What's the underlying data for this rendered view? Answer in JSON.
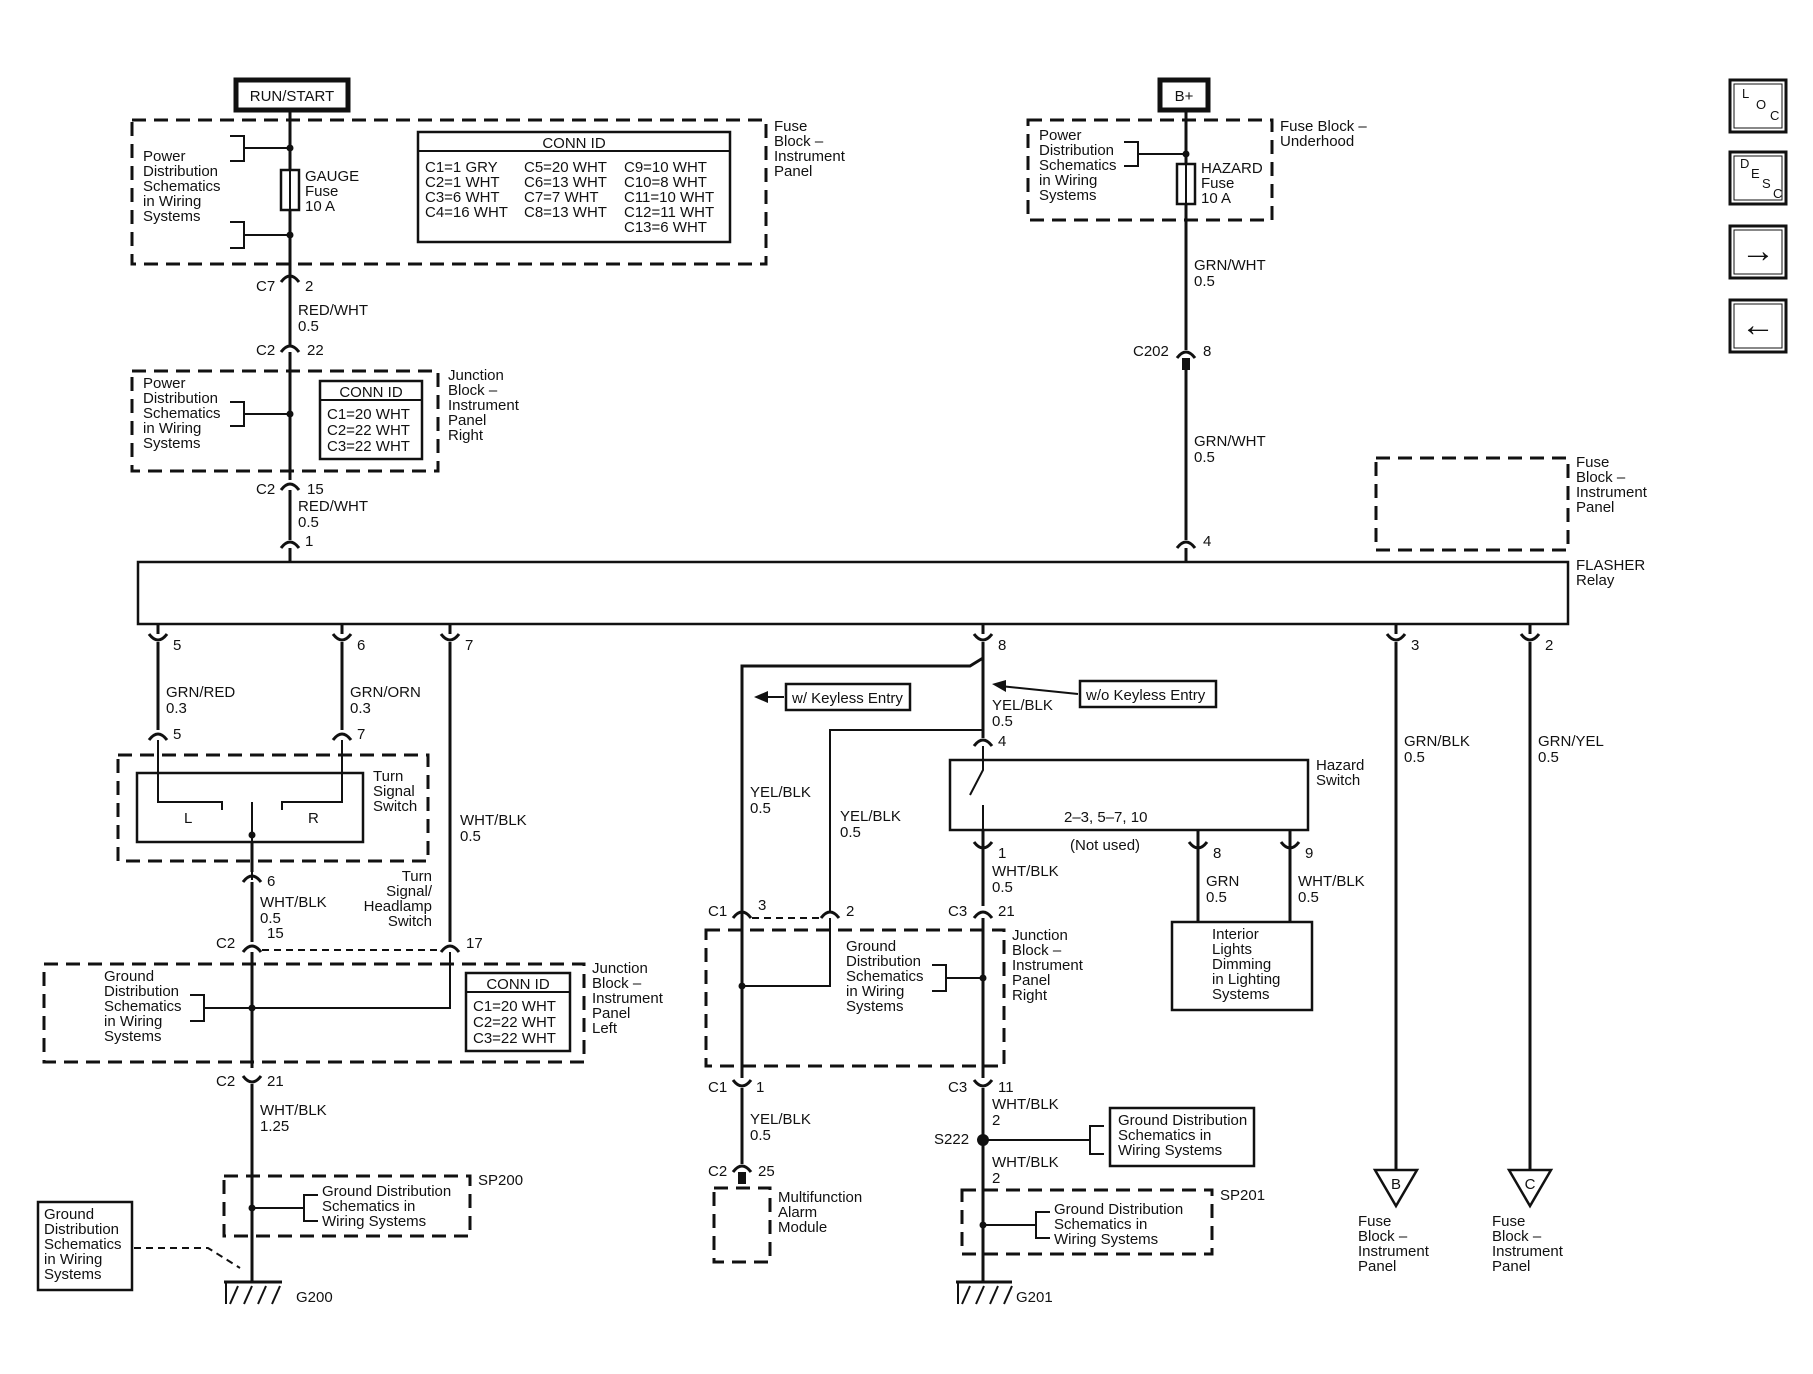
{
  "labels": {
    "run_start": "RUN/START",
    "b_plus": "B+",
    "pwr_dist_1": [
      "Power",
      "Distribution",
      "Schematics",
      "in Wiring",
      "Systems"
    ],
    "gauge_fuse": [
      "GAUGE",
      "Fuse",
      "10 A"
    ],
    "conn_id_title": "CONN ID",
    "conn_id_fuse_block": [
      [
        "C1=1 GRY",
        "C5=20 WHT",
        "C9=10 WHT"
      ],
      [
        "C2=1 WHT",
        "C6=13 WHT",
        "C10=8 WHT"
      ],
      [
        "C3=6 WHT",
        "C7=7 WHT",
        "C11=10 WHT"
      ],
      [
        "C4=16 WHT",
        "C8=13 WHT",
        "C12=11 WHT"
      ],
      [
        "",
        "",
        "C13=6 WHT"
      ]
    ],
    "fuse_block_ip": [
      "Fuse",
      "Block –",
      "Instrument",
      "Panel"
    ],
    "fuse_block_underhood": [
      "Fuse Block –",
      "Underhood"
    ],
    "hazard_fuse": [
      "HAZARD",
      "Fuse",
      "10 A"
    ],
    "c7": "C7",
    "c7_pin": "2",
    "red_wht": "RED/WHT",
    "gauge_05": "0.5",
    "c2": "C2",
    "c2_pin_22": "22",
    "c2_pin_15": "15",
    "jb_conn_rows": [
      "C1=20 WHT",
      "C2=22 WHT",
      "C3=22 WHT"
    ],
    "jb_ip_right": [
      "Junction",
      "Block –",
      "Instrument",
      "Panel",
      "Right"
    ],
    "jb_ip_left": [
      "Junction",
      "Block –",
      "Instrument",
      "Panel",
      "Left"
    ],
    "pin_1": "1",
    "pin_4": "4",
    "grn_wht": "GRN/WHT",
    "c202": "C202",
    "c202_pin": "8",
    "flasher_relay": [
      "FLASHER",
      "Relay"
    ],
    "pins_bottom": [
      "5",
      "6",
      "7",
      "8",
      "3",
      "2"
    ],
    "grn_red": "GRN/RED",
    "grn_orn": "GRN/ORN",
    "val_03": "0.3",
    "ts_pin_5": "5",
    "ts_pin_7": "7",
    "turn_signal_switch": [
      "Turn",
      "Signal",
      "Switch"
    ],
    "ts_L": "L",
    "ts_R": "R",
    "wht_blk": "WHT/BLK",
    "ts_pin_6": "6",
    "ts_headlamp": [
      "Turn",
      "Signal/",
      "Headlamp",
      "Switch"
    ],
    "c2_left_15": "15",
    "c2_left_17": "17",
    "gnd_dist": [
      "Ground",
      "Distribution",
      "Schematics",
      "in Wiring",
      "Systems"
    ],
    "c2_21": "21",
    "val_125": "1.25",
    "gnd_dist_2line": [
      "Ground Distribution",
      "Schematics in",
      "Wiring Systems"
    ],
    "sp200": "SP200",
    "sp201": "SP201",
    "g200": "G200",
    "g201": "G201",
    "kless_w": "w/ Keyless Entry",
    "kless_wo": "w/o Keyless Entry",
    "yel_blk": "YEL/BLK",
    "hazard_switch": [
      "Hazard",
      "Switch"
    ],
    "hz_pins_text": "2–3, 5–7, 10",
    "not_used": "(Not used)",
    "hz_pin_4": "4",
    "hz_pin_1": "1",
    "hz_pin_8": "8",
    "hz_pin_9": "9",
    "c1": "C1",
    "c3": "C3",
    "c1_pin_3": "3",
    "c1_pin_2": "2",
    "c3_pin_21": "21",
    "c1_pin_1": "1",
    "c3_pin_11": "11",
    "grn": "GRN",
    "interior_lights": [
      "Interior",
      "Lights",
      "Dimming",
      "in Lighting",
      "Systems"
    ],
    "c2_25": "25",
    "multifunction_alarm": [
      "Multifunction",
      "Alarm",
      "Module"
    ],
    "s222": "S222",
    "val_2": "2",
    "gnd_dist_3line": [
      "Ground Distribution",
      "Schematics in",
      "Wiring Systems"
    ],
    "grn_blk": "GRN/BLK",
    "grn_yel": "GRN/YEL",
    "off_b": "B",
    "off_c": "C"
  },
  "nav": {
    "loc": [
      "L",
      "O",
      "C"
    ],
    "desc": [
      "D",
      "E",
      "S",
      "C"
    ],
    "next_glyph": "→",
    "prev_glyph": "←"
  }
}
